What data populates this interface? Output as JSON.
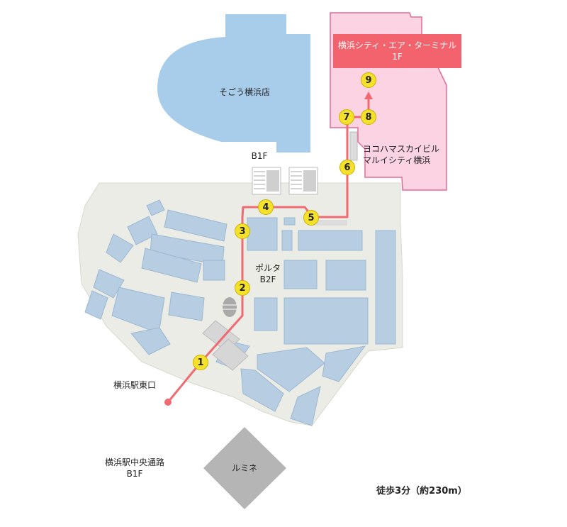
{
  "map": {
    "sogo_label": "そごう横浜店",
    "b1f_label": "B1F",
    "terminal_banner_line1": "横浜シティ・エア・ターミナル",
    "terminal_banner_line2": "1F",
    "marui_line1": "ヨコハマスカイビル",
    "marui_line2": "マルイシティ横浜",
    "porta_line1": "ポルタ",
    "porta_line2": "B2F",
    "station_exit_label": "横浜駅東口",
    "central_passage_line1": "横浜駅中央通路",
    "central_passage_line2": "B1F",
    "lumine_label": "ルミネ",
    "walk_time": "徒歩3分（約230m）",
    "route_steps": [
      "1",
      "2",
      "3",
      "4",
      "5",
      "6",
      "7",
      "8",
      "9"
    ]
  },
  "colors": {
    "route": "#f06a72",
    "marker": "#f5e02a",
    "building_blue": "#a8cdea",
    "block_blue": "#b6cde2",
    "floor": "#ecece6",
    "terminal_pink": "#fbd3e2",
    "terminal_banner": "#f2636d",
    "lumine_gray": "#b5b5b5"
  }
}
